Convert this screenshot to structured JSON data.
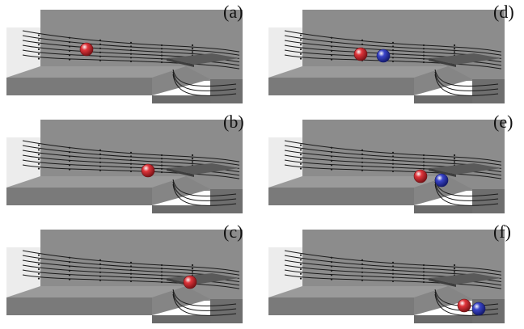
{
  "panels": [
    {
      "label": "(a)",
      "particles": [
        {
          "type": "red"
        }
      ]
    },
    {
      "label": "(b)",
      "particles": [
        {
          "type": "red"
        }
      ]
    },
    {
      "label": "(c)",
      "particles": [
        {
          "type": "red"
        }
      ]
    },
    {
      "label": "(d)",
      "particles": [
        {
          "type": "red"
        },
        {
          "type": "blue"
        }
      ]
    },
    {
      "label": "(e)",
      "particles": [
        {
          "type": "red"
        },
        {
          "type": "blue"
        }
      ]
    },
    {
      "label": "(f)",
      "particles": [
        {
          "type": "red"
        },
        {
          "type": "blue"
        }
      ]
    }
  ],
  "colors": {
    "back_wall": "#8c8c8c",
    "floor_top": "#9a9a9a",
    "floor_front": "#7a7a7a",
    "inlet_face": "#e9e9e9",
    "plate": "#5a5a5a",
    "streamline": "#1a1a1a",
    "red_particle": "#e0353b",
    "blue_particle": "#3a45c9"
  }
}
